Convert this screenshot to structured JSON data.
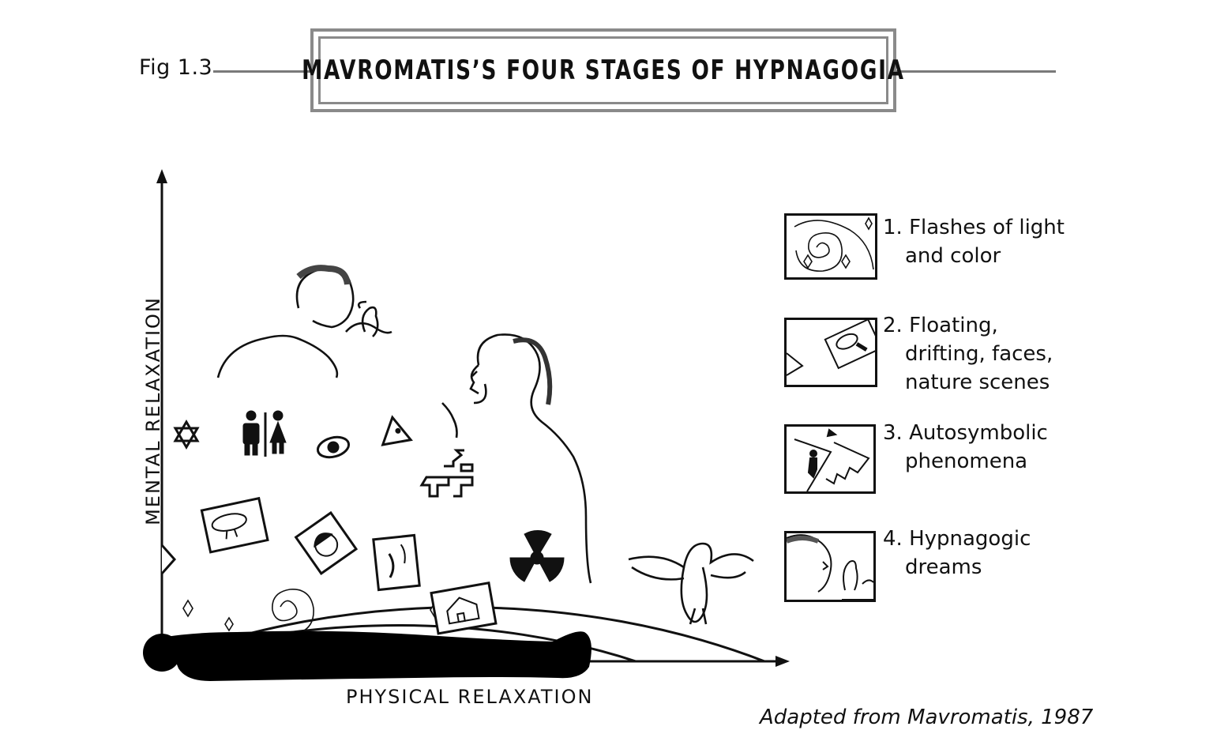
{
  "figure": {
    "label": "Fig 1.3",
    "title": "MAVROMATIS’S FOUR STAGES OF HYPNAGOGIA"
  },
  "axes": {
    "x_label": "PHYSICAL RELAXATION",
    "y_label": "MENTAL RELAXATION"
  },
  "legend": [
    {
      "line1": "1. Flashes of light",
      "line2": "and color",
      "icon": "spiral-stars-icon"
    },
    {
      "line1": "2. Floating,",
      "line2": "drifting, faces,",
      "line3": "nature scenes",
      "icon": "floating-picture-icon"
    },
    {
      "line1": "3. Autosymbolic",
      "line2": "phenomena",
      "icon": "symbol-figure-icon"
    },
    {
      "line1": "4. Hypnagogic",
      "line2": "dreams",
      "icon": "face-bird-icon"
    }
  ],
  "credit": "Adapted from Mavromatis, 1987"
}
